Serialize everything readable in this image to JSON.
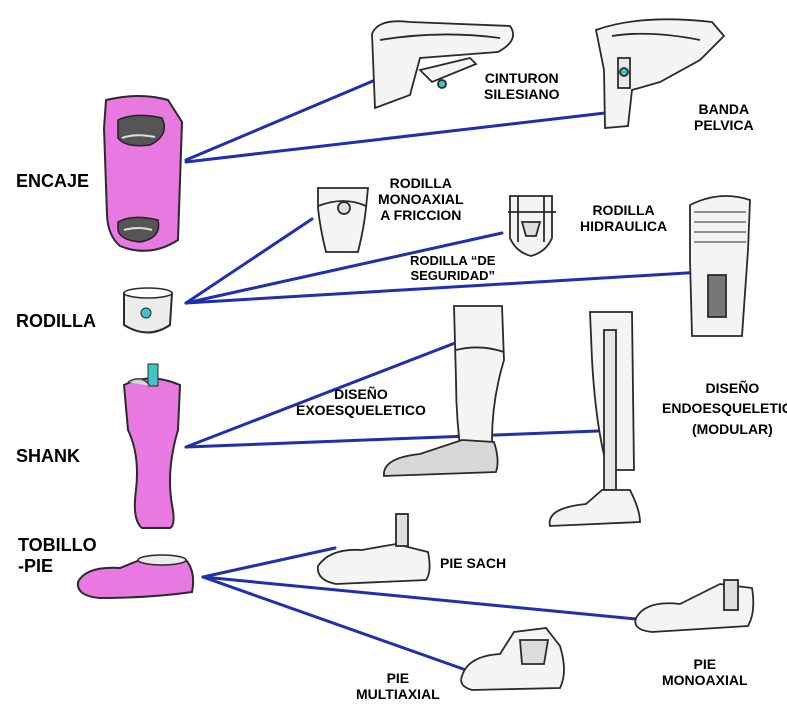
{
  "colors": {
    "line": "#1f2fb0",
    "component": "#e879e0",
    "outline": "#2a2a2a",
    "accent": "#3fc4c8",
    "sketch_fill": "#f4f4f4"
  },
  "components": {
    "encaje": "ENCAJE",
    "rodilla": "RODILLA",
    "shank": "SHANK",
    "tobillo_pie_1": "TOBILLO",
    "tobillo_pie_2": "-PIE"
  },
  "options": {
    "cinturon_1": "CINTURON",
    "cinturon_2": "SILESIANO",
    "banda_1": "BANDA",
    "banda_2": "PELVICA",
    "monoaxial_friccion_1": "RODILLA",
    "monoaxial_friccion_2": "MONOAXIAL",
    "monoaxial_friccion_3": "A FRICCION",
    "hidraulica_1": "RODILLA",
    "hidraulica_2": "HIDRAULICA",
    "seguridad_1": "RODILLA “DE",
    "seguridad_2": "SEGURIDAD”",
    "exo_1": "DISEÑO",
    "exo_2": "EXOESQUELETICO",
    "endo_1": "DISEÑO",
    "endo_2": "ENDOESQUELETICO",
    "endo_3": "(MODULAR)",
    "sach": "PIE SACH",
    "monoaxial_pie_1": "PIE",
    "monoaxial_pie_2": "MONOAXIAL",
    "multiaxial_1": "PIE",
    "multiaxial_2": "MULTIAXIAL"
  }
}
